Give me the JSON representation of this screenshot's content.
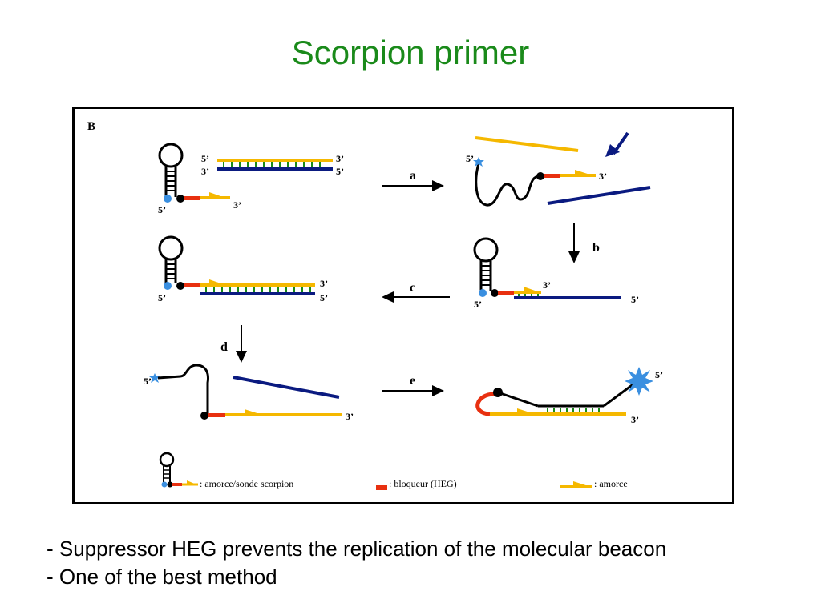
{
  "title": "Scorpion primer",
  "figure": {
    "panel_label": "B",
    "strand_labels": {
      "five": "5’",
      "three": "3’"
    },
    "steps": [
      "a",
      "b",
      "c",
      "d",
      "e"
    ],
    "legend": {
      "scorpion": ": amorce/sonde scorpion",
      "blocker": ": bloqueur (HEG)",
      "primer": ": amorce"
    },
    "colors": {
      "template": "#F5B800",
      "complement": "#0A1A80",
      "blocker": "#E83010",
      "fluorophore": "#3A8FE0",
      "hybrid_ticks": "#1A8A1A"
    }
  },
  "bullets": [
    "- Suppressor HEG prevents the replication of the molecular beacon",
    "- One of the best method"
  ]
}
